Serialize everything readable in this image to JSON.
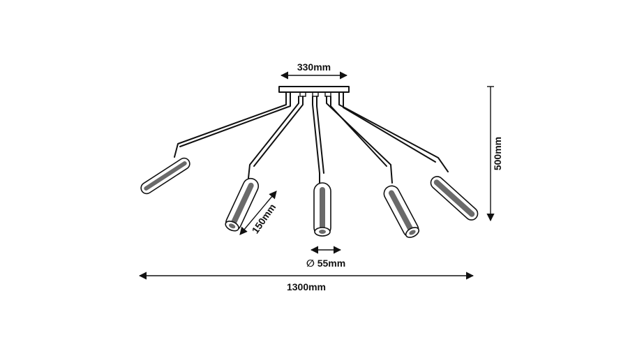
{
  "dimensions": {
    "canopy_width": "330mm",
    "height": "500mm",
    "arm_length": "150mm",
    "diameter": "∅ 55mm",
    "total_width": "1300mm"
  },
  "colors": {
    "ink": "#111111",
    "shade": "#6a6a6a",
    "background": "#ffffff"
  }
}
